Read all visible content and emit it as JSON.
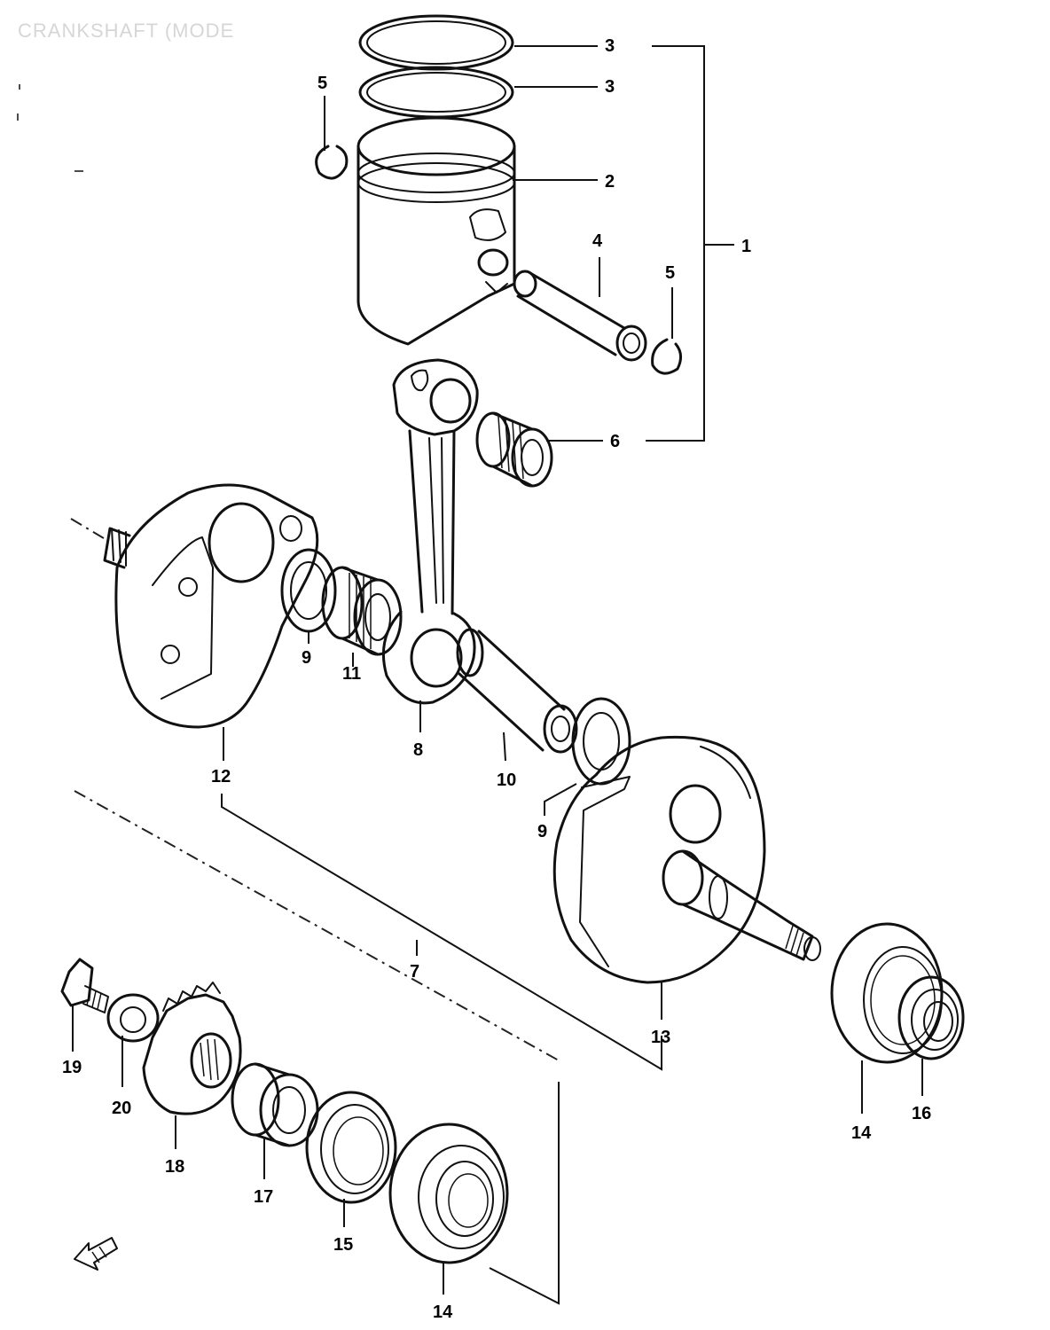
{
  "header": {
    "faint_title": "CRANKSHAFT (MODE"
  },
  "diagram": {
    "line_color": "#111111",
    "background": "#ffffff",
    "callouts": {
      "c1": "1",
      "c2": "2",
      "c3a": "3",
      "c3b": "3",
      "c4": "4",
      "c5a": "5",
      "c5b": "5",
      "c6": "6",
      "c7": "7",
      "c8": "8",
      "c9a": "9",
      "c9b": "9",
      "c10": "10",
      "c11": "11",
      "c12": "12",
      "c13": "13",
      "c14a": "14",
      "c14b": "14",
      "c15": "15",
      "c16": "16",
      "c17": "17",
      "c18": "18",
      "c19": "19",
      "c20": "20"
    },
    "front_arrow_icon": "front-arrow-icon"
  }
}
